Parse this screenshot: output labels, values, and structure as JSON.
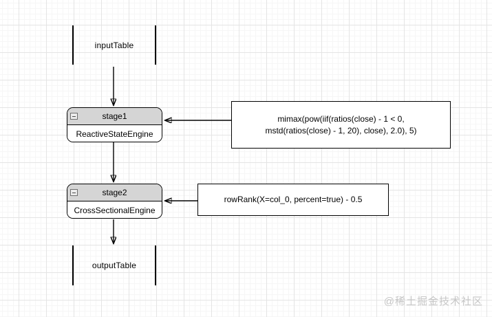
{
  "diagram": {
    "nodes": {
      "input_table": {
        "label": "inputTable"
      },
      "stage1": {
        "title": "stage1",
        "engine": "ReactiveStateEngine"
      },
      "stage2": {
        "title": "stage2",
        "engine": "CrossSectionalEngine"
      },
      "output_table": {
        "label": "outputTable"
      }
    },
    "annotations": {
      "formula1": {
        "lines": [
          "mimax(pow(iif(ratios(close) - 1 < 0,",
          "mstd(ratios(close) - 1, 20), close), 2.0), 5)"
        ]
      },
      "formula2": {
        "text": "rowRank(X=col_0, percent=true) - 0.5"
      }
    },
    "colors": {
      "node_header_fill": "#d5d5d5",
      "node_body_fill": "#ffffff",
      "border": "#000000",
      "grid_major": "#e4e4e4",
      "grid_minor": "#f6f6f6",
      "watermark": "#c6c6c6"
    }
  },
  "watermark": {
    "text": "@稀土掘金技术社区"
  }
}
